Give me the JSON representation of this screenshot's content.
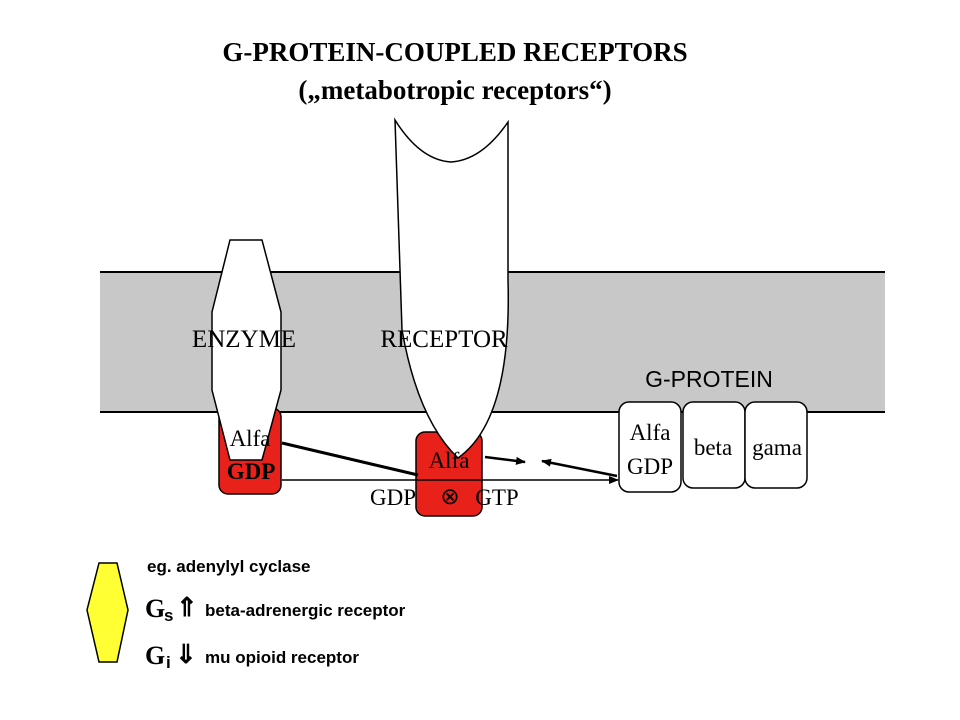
{
  "title": {
    "line1": "G-PROTEIN-COUPLED RECEPTORS",
    "line2": "(„metabotropic receptors“)"
  },
  "membrane": {
    "enzyme_label": "ENZYME",
    "receptor_label": "RECEPTOR",
    "gprotein_label": "G-PROTEIN",
    "fill": "#c8c8c8"
  },
  "enzyme_alpha": {
    "line1": "Alfa",
    "line2": "GDP"
  },
  "receptor_alpha": {
    "line1": "Alfa",
    "line2": "GDP",
    "exchange_symbol": "⊗",
    "line3": "GTP"
  },
  "gprotein": {
    "alfa": "Alfa",
    "gdp": "GDP",
    "beta": "beta",
    "gama": "gama"
  },
  "legend": {
    "example": "eg. adenylyl cyclase",
    "gs_main": "G",
    "gs_sub": "s",
    "gs_arrow": "⇑",
    "gs_text": "beta-adrenergic receptor",
    "gi_main": "G",
    "gi_sub": "i",
    "gi_arrow": "⇓",
    "gi_text": "mu opioid receptor"
  },
  "colors": {
    "subunit_red": "#e8221a",
    "hexagon_yellow": "#ffff33"
  }
}
